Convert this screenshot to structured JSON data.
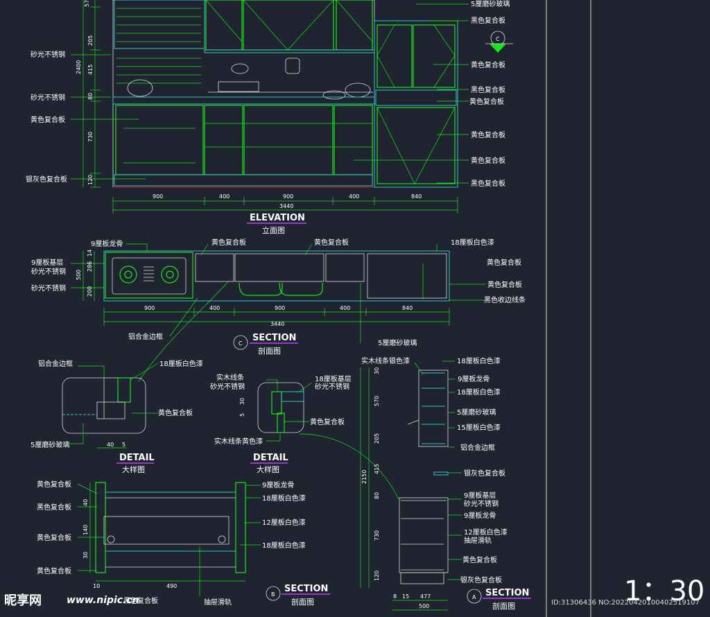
{
  "elevation": {
    "top_dim": "57",
    "left_dims": [
      "205",
      "415",
      "80",
      "730",
      "120"
    ],
    "total_height": "2400",
    "bottom_dims": [
      "900",
      "400",
      "900",
      "400",
      "840"
    ],
    "total_width": "3440",
    "left_labels": [
      "砂光不锈钢",
      "砂光不锈钢",
      "黄色复合板",
      "银灰色复合板"
    ],
    "right_labels": [
      "5厘磨砂玻璃",
      "黑色复合板",
      "黄色复合板",
      "黑色复合板",
      "黄色复合板",
      "黄色复合板",
      "黄色复合板",
      "黑色复合板"
    ],
    "section_marker": "C",
    "title": "ELEVATION",
    "subtitle": "立面图"
  },
  "plan_section": {
    "left_dims": [
      "14",
      "286",
      "200"
    ],
    "total_depth": "500",
    "bottom_dims": [
      "900",
      "400",
      "900",
      "400",
      "840"
    ],
    "total_width": "3440",
    "left_labels": [
      "9厘板龙骨",
      "9厘板基层",
      "砂光不锈钢",
      "砂光不锈钢"
    ],
    "top_labels": [
      "黄色复合板",
      "黄色复合板",
      "18厘板白色漆"
    ],
    "right_labels": [
      "黄色复合板",
      "黄色复合板",
      "黑色收边线条"
    ],
    "bottom_labels": [
      "铝合金边框",
      "5厘磨砂玻璃"
    ],
    "marker": "C",
    "title": "SECTION",
    "subtitle": "剖面图"
  },
  "detail_left": {
    "labels": [
      "铝合金边框",
      "18厘板白色漆",
      "黄色复合板",
      "5厘磨砂玻璃"
    ],
    "dims": [
      "40",
      "5"
    ],
    "title": "DETAIL",
    "subtitle": "大样图"
  },
  "detail_mid": {
    "labels": [
      "实木线条",
      "砂光不锈钢",
      "18厘板基层",
      "砂光不锈钢",
      "黄色复合板",
      "实木线条黄色漆"
    ],
    "dims": [
      "30",
      "5"
    ],
    "title": "DETAIL",
    "subtitle": "大样图"
  },
  "section_b": {
    "left_labels": [
      "黄色复合板",
      "黑色复合板",
      "黄色复合板",
      "黄色复合板"
    ],
    "right_labels": [
      "9厘板龙骨",
      "18厘板白色漆",
      "12厘板白色漆",
      "18厘板白色漆"
    ],
    "bottom_labels": [
      "黑色复合板",
      "抽屉滑轨"
    ],
    "left_dims": [
      "40",
      "140",
      "30"
    ],
    "bottom_dims": [
      "10",
      "490"
    ],
    "marker": "B",
    "title": "SECTION",
    "subtitle": "剖面图"
  },
  "section_a": {
    "top_label": "实木线条银色漆",
    "right_labels": [
      "18厘板白色漆",
      "9厘板龙骨",
      "18厘板白色漆",
      "5厘磨砂玻璃",
      "15厘板白色漆",
      "铝合金边框",
      "银灰色复合板",
      "9厘板基层",
      "砂光不锈钢",
      "9厘板龙骨",
      "12厘板白色漆",
      "抽屉滑轨",
      "黄色复合板",
      "银灰色复合板"
    ],
    "left_dims": [
      "30",
      "570",
      "205",
      "415",
      "80",
      "730",
      "120"
    ],
    "total_height": "2150",
    "bottom_dims": [
      "8",
      "15",
      "477"
    ],
    "total_width": "500",
    "marker": "A",
    "title": "SECTION",
    "subtitle": "剖面图"
  },
  "scale": "1：30",
  "watermark": {
    "logo": "昵享网",
    "site": "www.nipic.cn",
    "id": "ID:31306436 NO:20220420100402519107"
  }
}
